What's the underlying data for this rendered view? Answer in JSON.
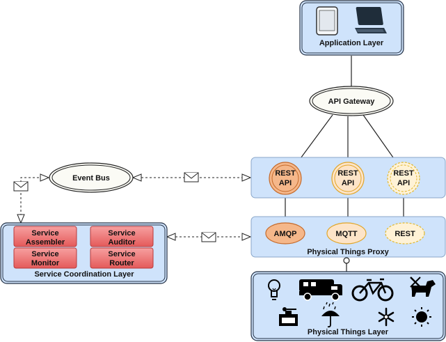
{
  "application_layer": {
    "label": "Application Layer",
    "icons": [
      "tablet-icon",
      "laptop-icon"
    ]
  },
  "api_gateway": {
    "label": "API Gateway"
  },
  "event_bus": {
    "label": "Event Bus"
  },
  "rest_apis": [
    {
      "line1": "REST",
      "line2": "API",
      "color": "#f5b78a"
    },
    {
      "line1": "REST",
      "line2": "API",
      "color": "#fde4c8"
    },
    {
      "line1": "REST",
      "line2": "API",
      "color": "#fff2d6"
    }
  ],
  "protocols": [
    {
      "label": "AMQP",
      "color": "#f5b78a"
    },
    {
      "label": "MQTT",
      "color": "#fde4c8"
    },
    {
      "label": "REST",
      "color": "#fff2d6"
    }
  ],
  "physical_things_proxy": {
    "label": "Physical Things Proxy"
  },
  "physical_things_layer": {
    "label": "Physical Things Layer",
    "icons": [
      "light-bulb-icon",
      "camper-van-icon",
      "bicycle-icon",
      "dog-icon",
      "weighing-scale-icon",
      "umbrella-rain-icon",
      "snowflake-icon",
      "sun-icon"
    ]
  },
  "service_coordination_layer": {
    "label": "Service Coordination Layer",
    "services": [
      {
        "line1": "Service",
        "line2": "Assembler"
      },
      {
        "line1": "Service",
        "line2": "Auditor"
      },
      {
        "line1": "Service",
        "line2": "Monitor"
      },
      {
        "line1": "Service",
        "line2": "Router"
      }
    ]
  },
  "colors": {
    "layer_fill": "#cfe3fb",
    "layer_stroke": "#233044",
    "service_fill": "#f0797a",
    "service_stroke": "#b83a3a"
  }
}
